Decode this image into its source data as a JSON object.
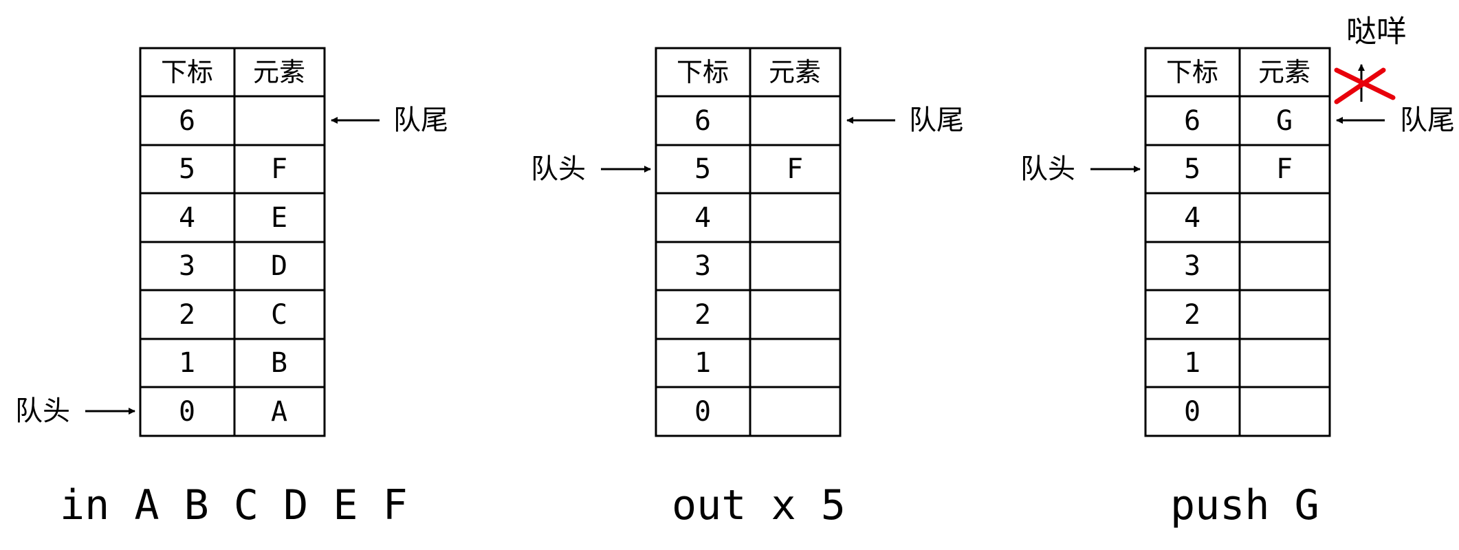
{
  "headers": [
    "下标",
    "元素"
  ],
  "panels": [
    {
      "rows": [
        {
          "index": "6",
          "value": ""
        },
        {
          "index": "5",
          "value": "F"
        },
        {
          "index": "4",
          "value": "E"
        },
        {
          "index": "3",
          "value": "D"
        },
        {
          "index": "2",
          "value": "C"
        },
        {
          "index": "1",
          "value": "B"
        },
        {
          "index": "0",
          "value": "A"
        }
      ],
      "head_label": "队头",
      "tail_label": "队尾",
      "caption": "in A B C D E F"
    },
    {
      "rows": [
        {
          "index": "6",
          "value": ""
        },
        {
          "index": "5",
          "value": "F"
        },
        {
          "index": "4",
          "value": ""
        },
        {
          "index": "3",
          "value": ""
        },
        {
          "index": "2",
          "value": ""
        },
        {
          "index": "1",
          "value": ""
        },
        {
          "index": "0",
          "value": ""
        }
      ],
      "head_label": "队头",
      "tail_label": "队尾",
      "caption": "out x 5"
    },
    {
      "rows": [
        {
          "index": "6",
          "value": "G"
        },
        {
          "index": "5",
          "value": "F"
        },
        {
          "index": "4",
          "value": ""
        },
        {
          "index": "3",
          "value": ""
        },
        {
          "index": "2",
          "value": ""
        },
        {
          "index": "1",
          "value": ""
        },
        {
          "index": "0",
          "value": ""
        }
      ],
      "head_label": "队头",
      "tail_label": "队尾",
      "overflow_label": "哒咩",
      "caption": "push G"
    }
  ],
  "colors": {
    "line": "#000000",
    "cross": "#e8000b"
  }
}
